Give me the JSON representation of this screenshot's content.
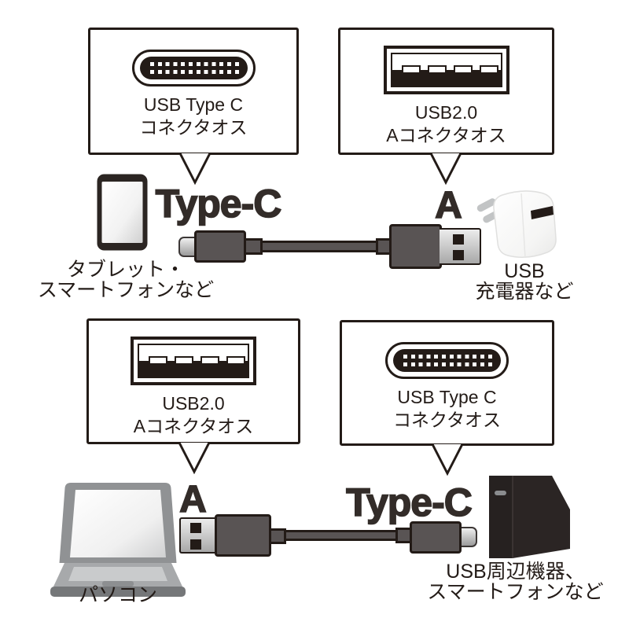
{
  "colors": {
    "outline": "#231b17",
    "connector_gray": "#595454",
    "metal_light": "#ececec",
    "text_dark": "#332c29",
    "background": "#ffffff"
  },
  "callouts": [
    {
      "position": "top-left",
      "icon": "usb-type-c-connector-icon",
      "line1": "USB Type C",
      "line2": "コネクタオス"
    },
    {
      "position": "top-right",
      "icon": "usb-a-connector-icon",
      "line1": "USB2.0",
      "line2": "Aコネクタオス"
    },
    {
      "position": "bottom-left",
      "icon": "usb-a-connector-icon",
      "line1": "USB2.0",
      "line2": "Aコネクタオス"
    },
    {
      "position": "bottom-right",
      "icon": "usb-type-c-connector-icon",
      "line1": "USB Type C",
      "line2": "コネクタオス"
    }
  ],
  "connector_letters": {
    "top_left": "Type-C",
    "top_right": "A",
    "bottom_left": "A",
    "bottom_right": "Type-C"
  },
  "devices": {
    "tablet": {
      "line1": "タブレット・",
      "line2": "スマートフォンなど"
    },
    "charger": {
      "line1": "USB",
      "line2": "充電器など"
    },
    "pc": {
      "line1": "パソコン"
    },
    "peripheral": {
      "line1": "USB周辺機器、",
      "line2": "スマートフォンなど"
    }
  }
}
